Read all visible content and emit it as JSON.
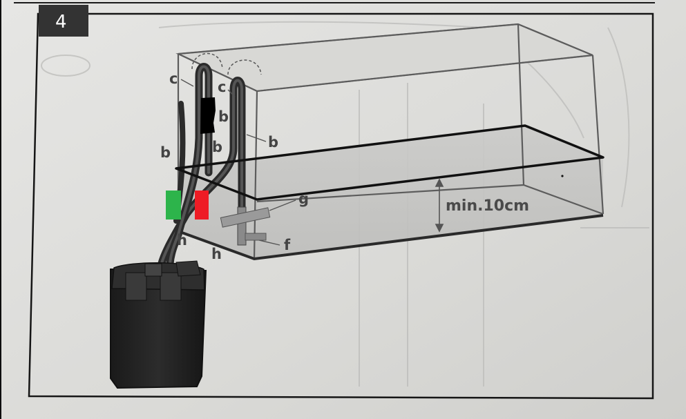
{
  "step": {
    "number": "4"
  },
  "labels": {
    "c_left": "c",
    "c_right": "c",
    "b_upper_mid": "b",
    "b_right": "b",
    "b_left": "b",
    "b_mid": "b",
    "g": "g",
    "h_left": "h",
    "h_right": "h",
    "f": "f",
    "min_depth": "min.10cm"
  },
  "colors": {
    "paper": "#dcdcda",
    "paper_shadow": "#c9c9c6",
    "frame": "#151515",
    "water": "#c4c4c2",
    "pencil": "#6a6a6a",
    "ink": "#111111",
    "hose": "#2b2b2b",
    "canister": "#222222",
    "marker_green": "#2db44b",
    "marker_red": "#ee1c25",
    "marker_black": "#000000"
  }
}
